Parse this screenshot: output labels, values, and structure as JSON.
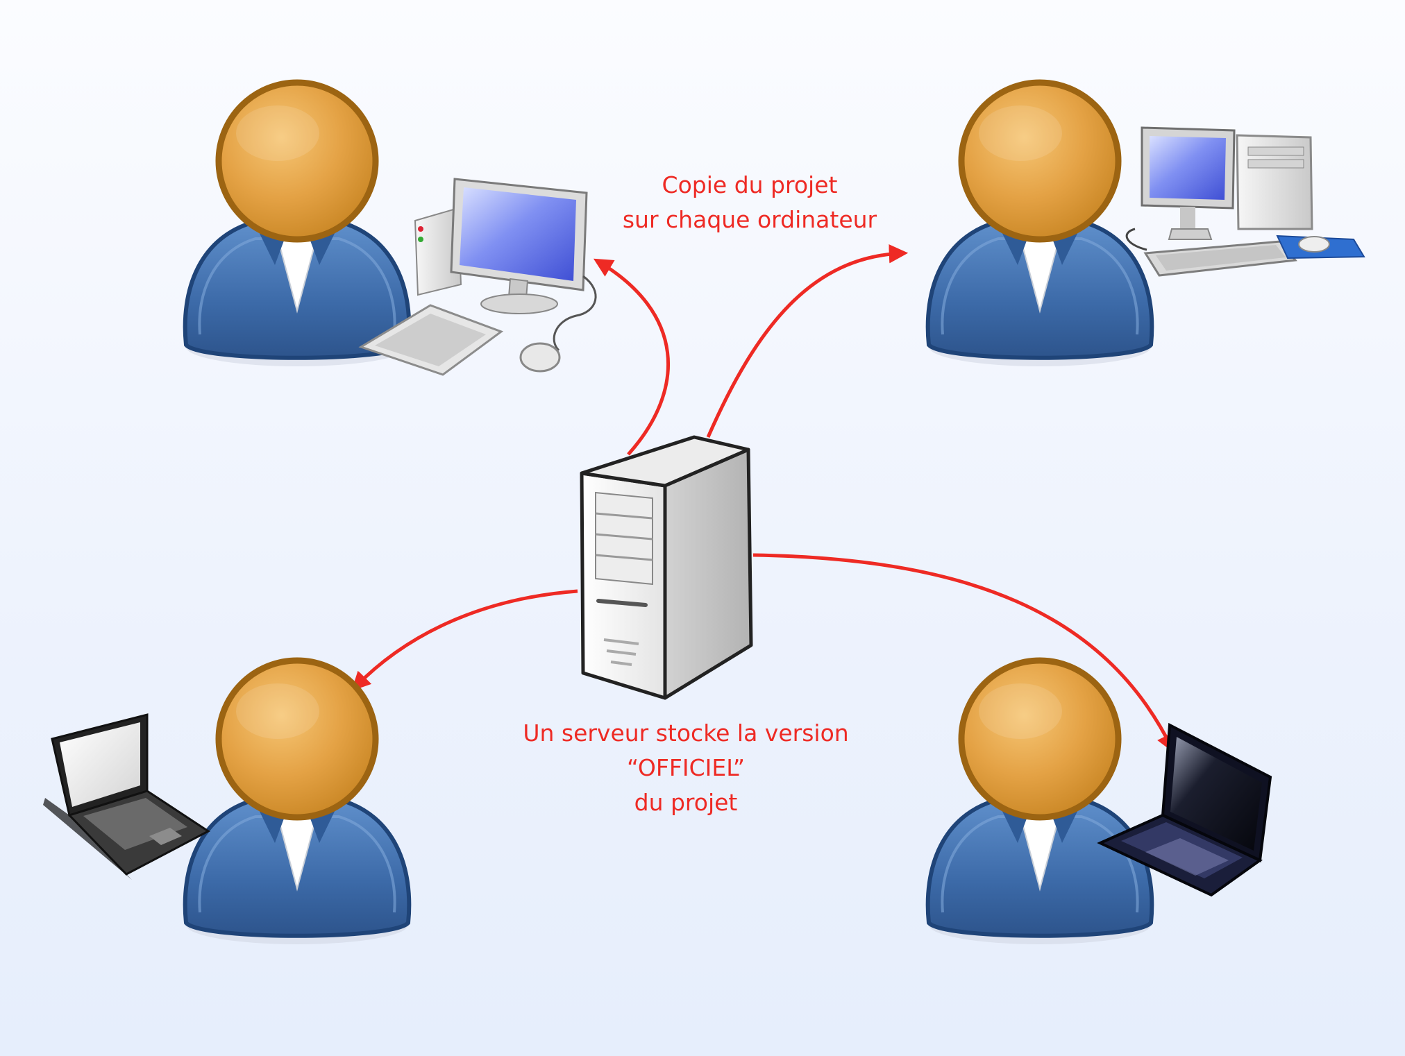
{
  "diagram": {
    "labels": {
      "copy_line1": "Copie du projet",
      "copy_line2": "sur chaque ordinateur",
      "server_line1": "Un serveur stocke la version",
      "server_line2": "“OFFICIEL”",
      "server_line3": "du projet"
    },
    "nodes": [
      {
        "id": "server",
        "icon": "server-tower-icon"
      },
      {
        "id": "user-top-left",
        "icon": "user-icon",
        "device": "desktop-computer-icon"
      },
      {
        "id": "user-top-right",
        "icon": "user-icon",
        "device": "desktop-computer-icon"
      },
      {
        "id": "user-bottom-left",
        "icon": "user-icon",
        "device": "laptop-icon"
      },
      {
        "id": "user-bottom-right",
        "icon": "user-icon",
        "device": "laptop-icon"
      }
    ],
    "edges": [
      {
        "from": "server",
        "to": "user-top-left"
      },
      {
        "from": "server",
        "to": "user-top-right"
      },
      {
        "from": "server",
        "to": "user-bottom-left"
      },
      {
        "from": "server",
        "to": "user-bottom-right"
      }
    ],
    "colors": {
      "arrow": "#ee2a24",
      "label": "#ee2a24",
      "head": "#e1a041",
      "body": "#3c6aa8"
    }
  }
}
